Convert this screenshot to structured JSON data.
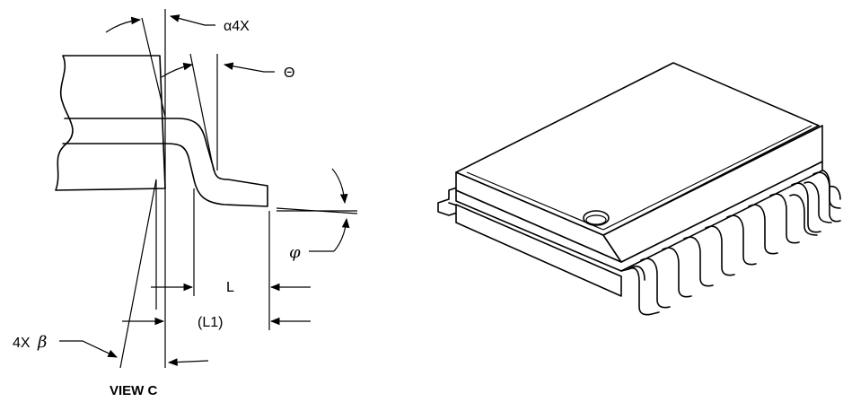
{
  "labels": {
    "alpha": "α4X",
    "theta": "Θ",
    "phi": "φ",
    "L": "L",
    "L1": "(L1)",
    "beta_prefix": "4X",
    "beta": "β",
    "view_title": "VIEW C"
  }
}
